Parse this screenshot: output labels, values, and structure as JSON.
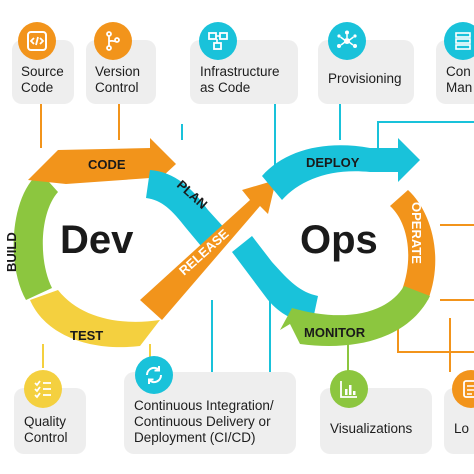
{
  "loop": {
    "left_word": "Dev",
    "right_word": "Ops",
    "stages": {
      "code": "CODE",
      "plan": "PLAN",
      "build": "BUILD",
      "test": "TEST",
      "release": "RELEASE",
      "deploy": "DEPLOY",
      "operate": "OPERATE",
      "monitor": "MONITOR"
    }
  },
  "cards": {
    "source_code": "Source\nCode",
    "version_control": "Version\nControl",
    "infrastructure_as_code": "Infrastructure\nas Code",
    "provisioning": "Provisioning",
    "config_management": "Con\nMan",
    "quality_control": "Quality\nControl",
    "ci_cd": "Continuous Integration/\nContinuous Delivery or\nDeployment (CI/CD)",
    "visualizations": "Visualizations",
    "logs": "Lo"
  },
  "icons": {
    "source_code": "code-brackets-icon",
    "version_control": "git-branch-icon",
    "infrastructure_as_code": "network-blocks-icon",
    "provisioning": "hub-nodes-icon",
    "config_management": "stack-icon",
    "quality_control": "checklist-icon",
    "ci_cd": "cycle-arrows-icon",
    "visualizations": "bar-chart-icon",
    "logs": "log-icon"
  },
  "colors": {
    "orange": "#f2941b",
    "cyan": "#19c2da",
    "green": "#8cc63f",
    "yellow": "#f4d03f",
    "card": "#eeeeee",
    "text": "#1a1a1a"
  }
}
